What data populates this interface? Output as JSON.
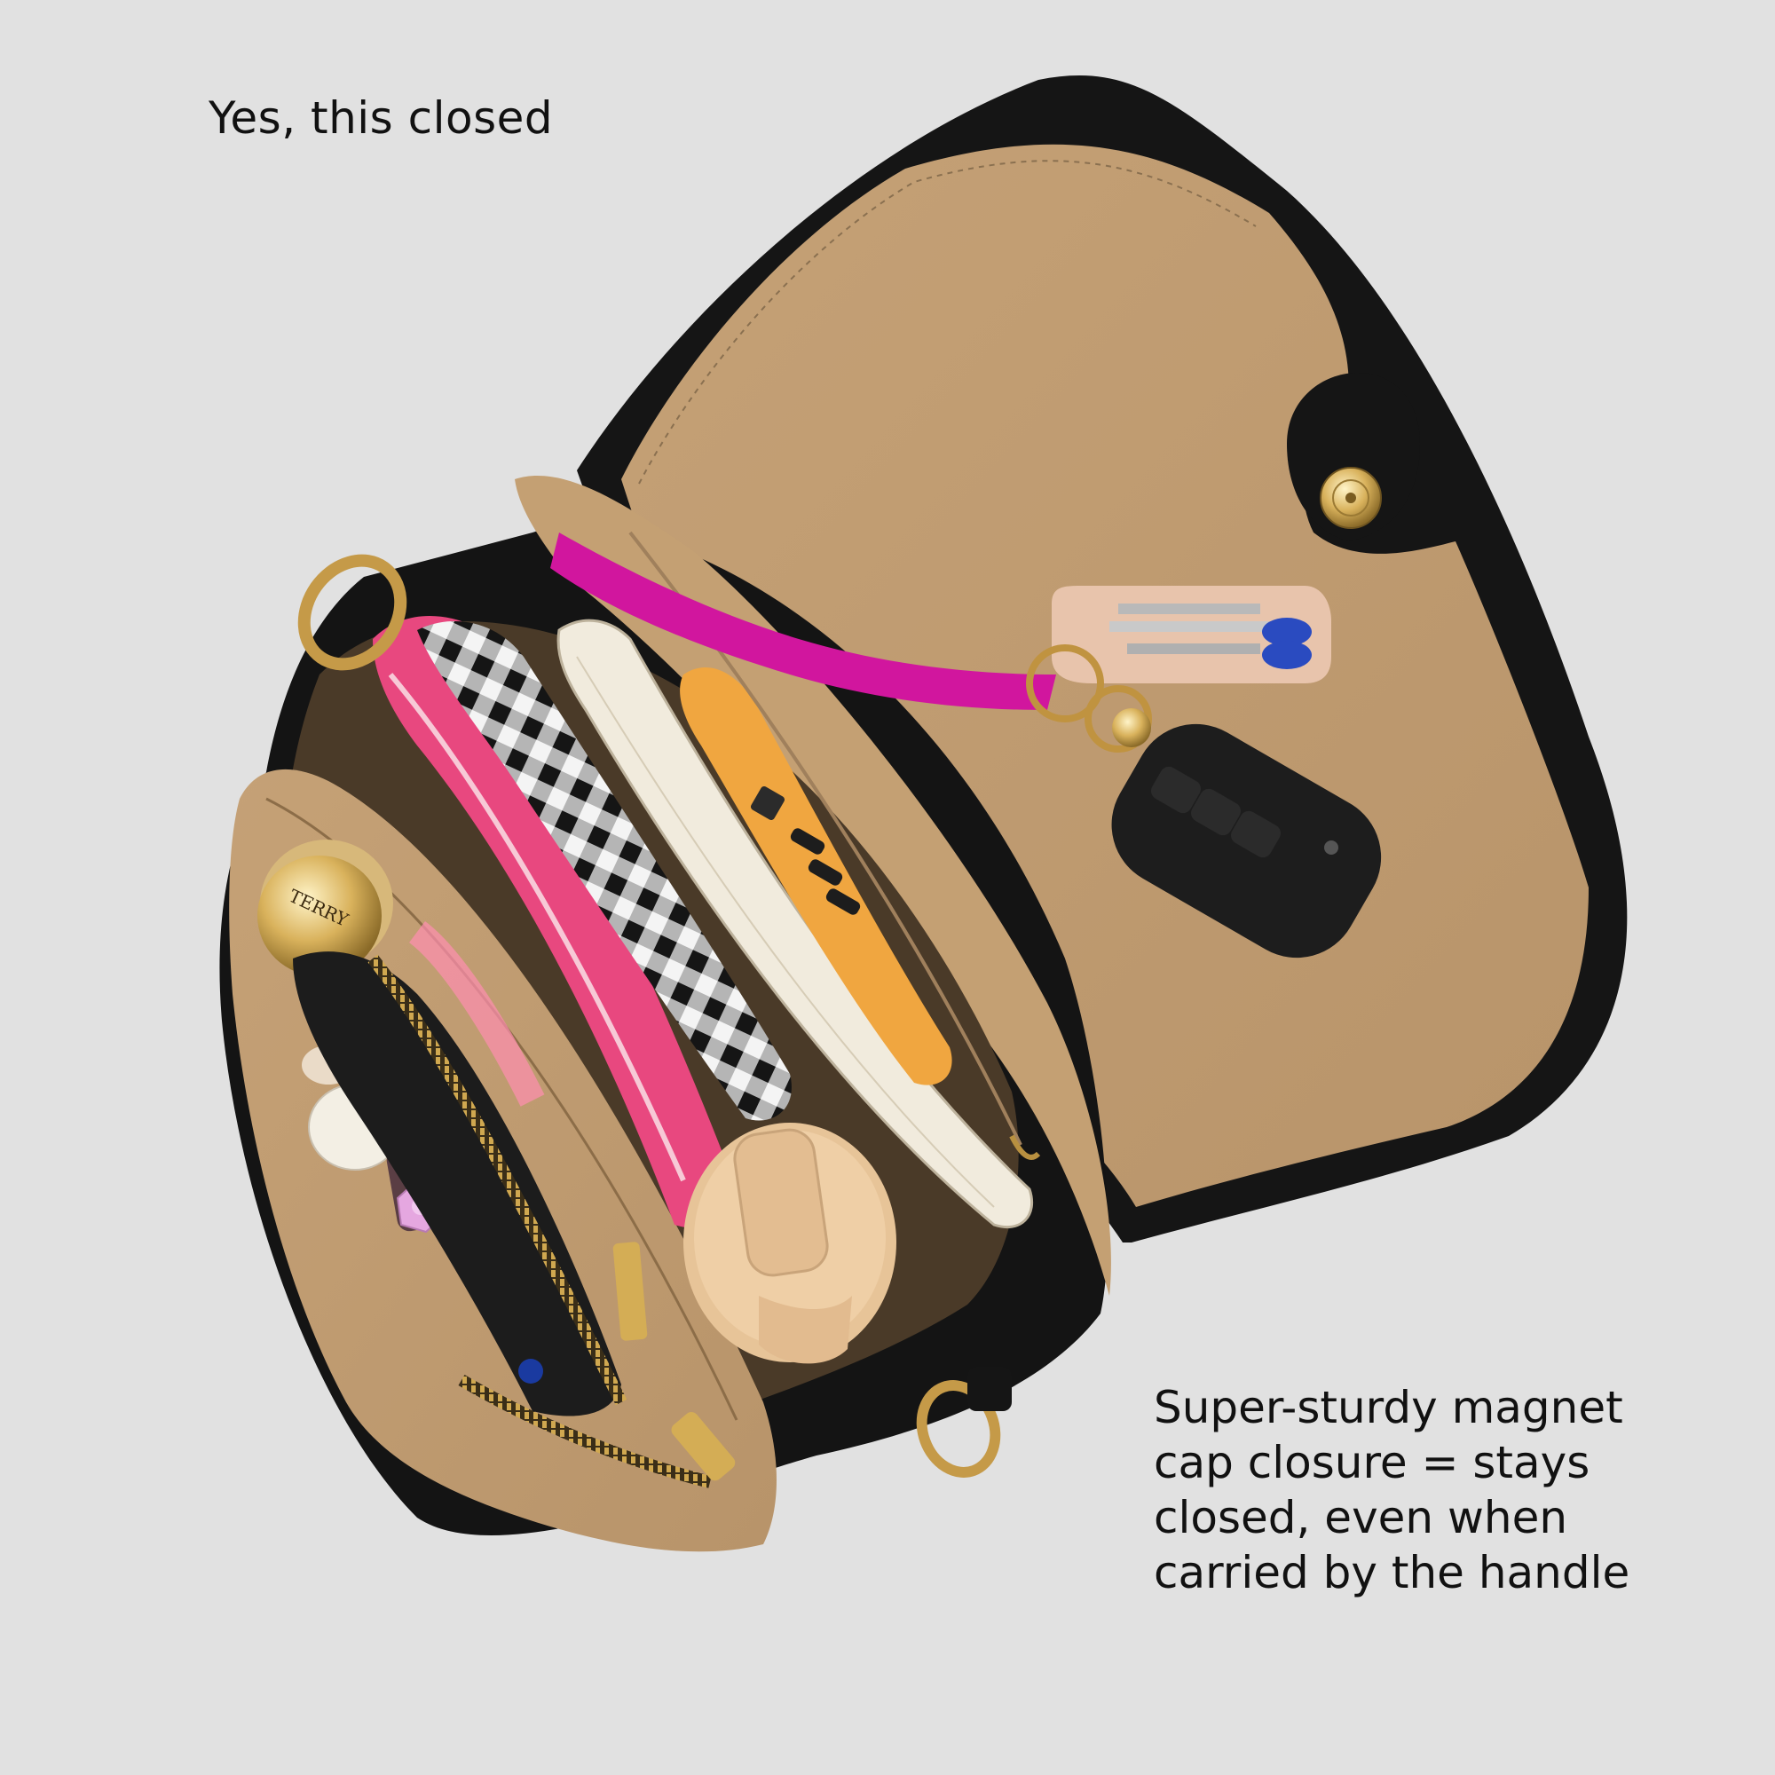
{
  "captions": {
    "top": "Yes, this closed",
    "bottom_lines": [
      "Super-sturdy magnet",
      "cap closure = stays",
      "closed, even when",
      "carried by the handle"
    ]
  },
  "product_labels": {
    "compact_brand": "TERRY"
  },
  "colors": {
    "background": "#e1e1e1",
    "leather": "#141414",
    "lining": "#c9a57a",
    "strap_pink": "#d1169e",
    "pouch_pink": "#e8487f"
  }
}
